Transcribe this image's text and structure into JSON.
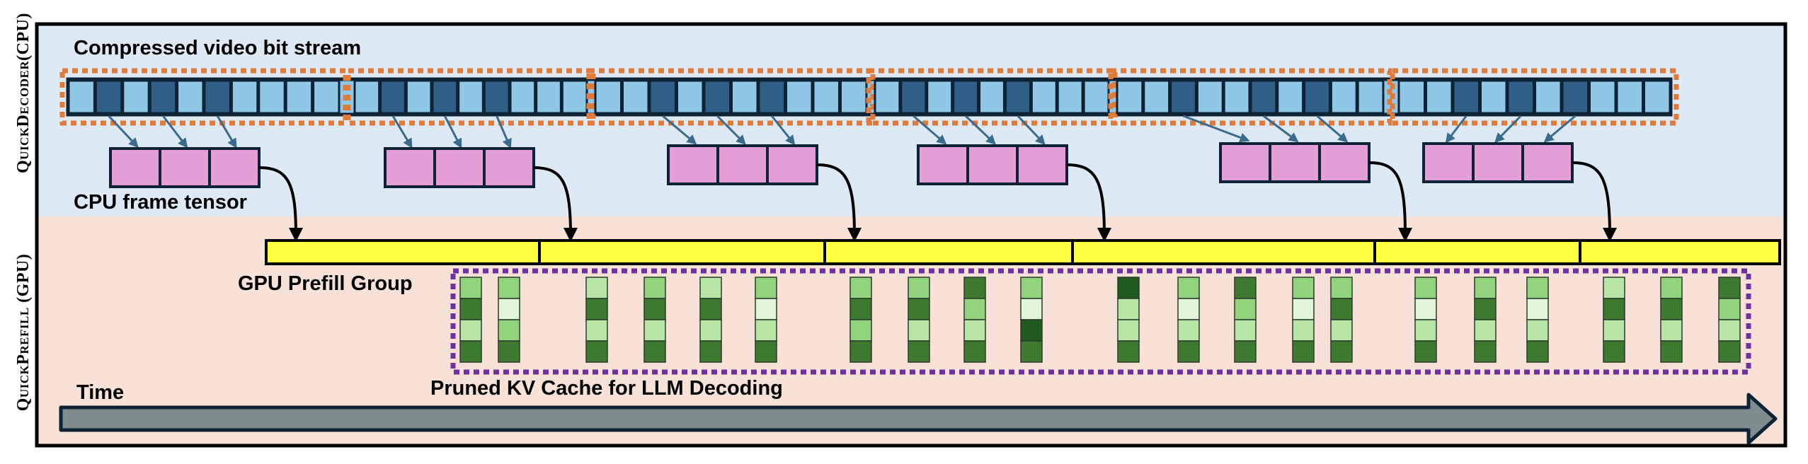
{
  "labels": {
    "decoder_side": "QuickDecoder(CPU)",
    "prefill_side": "QuickPrefill (GPU)",
    "bitstream": "Compressed video bit stream",
    "frame_tensor": "CPU frame tensor",
    "prefill_group": "GPU Prefill Group",
    "kv_cache": "Pruned KV Cache for LLM Decoding",
    "time": "Time"
  },
  "colors": {
    "decoder_bg": "#dee9f6",
    "prefill_bg": "#f8e2d8",
    "frame_light": "#91c7e6",
    "frame_dark": "#2f5f86",
    "gop_border": "#e07b39",
    "tensor": "#e49fd8",
    "prefill_bar": "#ffff3f",
    "kv_border": "#7030a0",
    "green_darkest": "#1f5a1f",
    "green_dark": "#3d7a2f",
    "green_mid": "#92d37d",
    "green_light": "#b8e6a7",
    "green_pale": "#e2f4d9",
    "arrow_blue": "#3b6b8c",
    "time_arrow": "#7f8c8d"
  },
  "diagram": {
    "gop_count": 6,
    "decoded_frames_per_gop": 3,
    "prefill_groups": 6
  }
}
